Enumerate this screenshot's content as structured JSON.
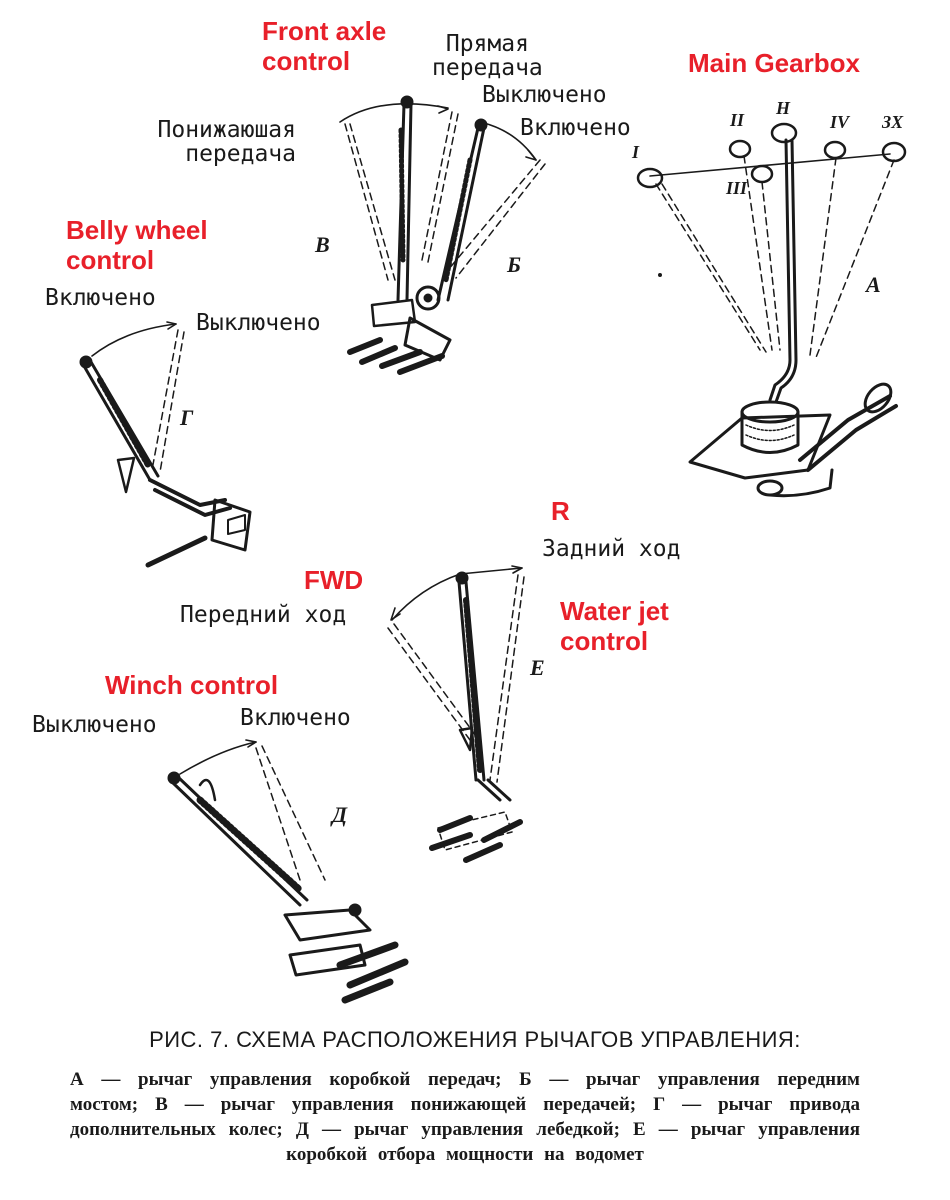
{
  "annotations": {
    "front_axle": "Front axle\ncontrol",
    "main_gearbox": "Main Gearbox",
    "belly_wheel": "Belly wheel\ncontrol",
    "rear": "R",
    "forward": "FWD",
    "water_jet": "Water jet\ncontrol",
    "winch": "Winch control"
  },
  "labels": {
    "pryamaya": "Прямая\nпередача",
    "ponizh": "Понижаюшая\nпередача",
    "front_off": "Выключено",
    "front_on": "Включено",
    "belly_on": "Включено",
    "belly_off": "Выключено",
    "zadniy": "Задний ход",
    "peredniy": "Передний ход",
    "winch_off": "Выключено",
    "winch_on": "Включено"
  },
  "letters": {
    "A": "А",
    "B": "Б",
    "V": "В",
    "G": "Г",
    "D": "Д",
    "E": "Е"
  },
  "gears": {
    "I": "I",
    "II": "II",
    "III": "III",
    "N": "Н",
    "IV": "IV",
    "ZX": "ЗХ"
  },
  "caption": {
    "title": "РИС. 7. СХЕМА РАСПОЛОЖЕНИЯ РЫЧАГОВ УПРАВЛЕНИЯ:",
    "body": "А — рычаг управления коробкой передач; Б — рычаг управления передним мостом; В — рычаг управления понижающей передачей; Г — рычаг привода дополнительных колес; Д — рычаг управления лебедкой; Е — рычаг управления коробкой отбора мощности на водомет"
  },
  "colors": {
    "annotation": "#e8202a",
    "ink": "#1a1a1a"
  }
}
